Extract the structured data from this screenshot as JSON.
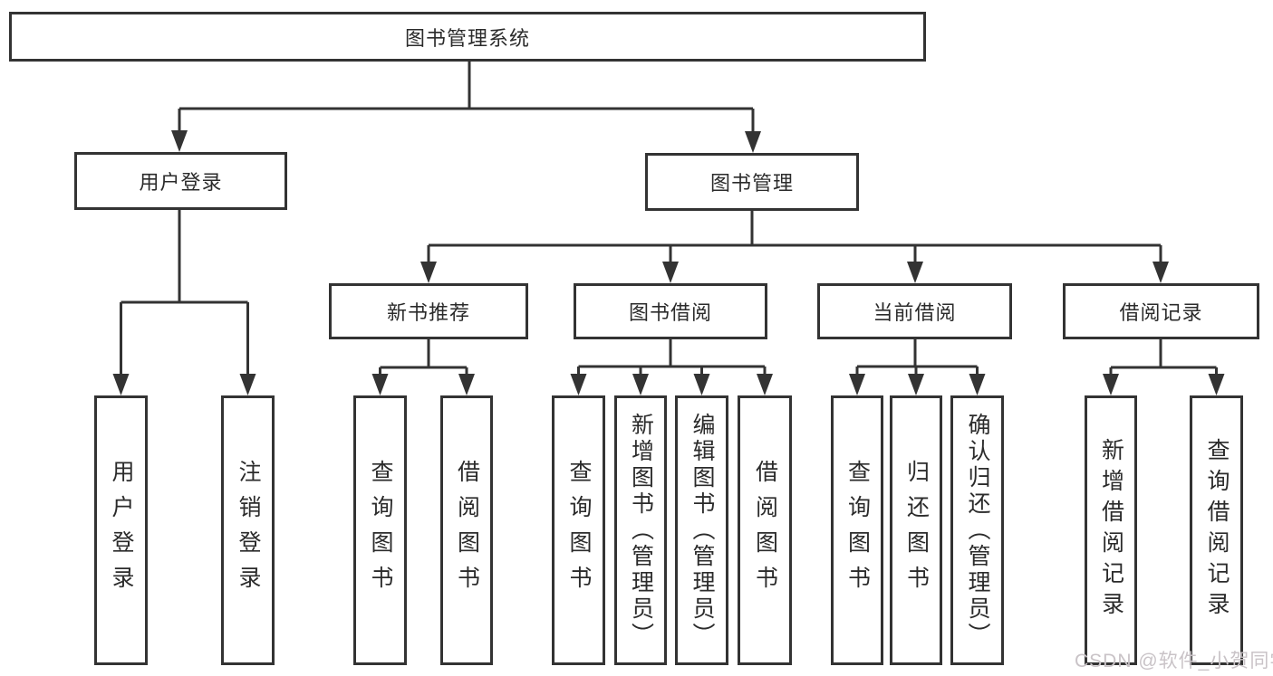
{
  "diagram_type": "hierarchy-tree",
  "tree": {
    "root": {
      "label": "图书管理系统"
    },
    "level2": [
      {
        "label": "用户登录",
        "children": [
          {
            "label": "用户登录"
          },
          {
            "label": "注销登录"
          }
        ]
      },
      {
        "label": "图书管理",
        "children": [
          {
            "label": "新书推荐",
            "children": [
              {
                "label": "查询图书"
              },
              {
                "label": "借阅图书"
              }
            ]
          },
          {
            "label": "图书借阅",
            "children": [
              {
                "label": "查询图书"
              },
              {
                "label": "新增图书（管理员）"
              },
              {
                "label": "编辑图书（管理员）"
              },
              {
                "label": "借阅图书"
              }
            ]
          },
          {
            "label": "当前借阅",
            "children": [
              {
                "label": "查询图书"
              },
              {
                "label": "归还图书"
              },
              {
                "label": "确认归还（管理员）"
              }
            ]
          },
          {
            "label": "借阅记录",
            "children": [
              {
                "label": "新增借阅记录"
              },
              {
                "label": "查询借阅记录"
              }
            ]
          }
        ]
      }
    ]
  },
  "watermark": {
    "text": "CSDN @软件_小贺同学",
    "color": "#c9c3c7"
  },
  "style": {
    "line_color": "#333333",
    "text_color": "#2b2b2b",
    "background": "#ffffff"
  }
}
